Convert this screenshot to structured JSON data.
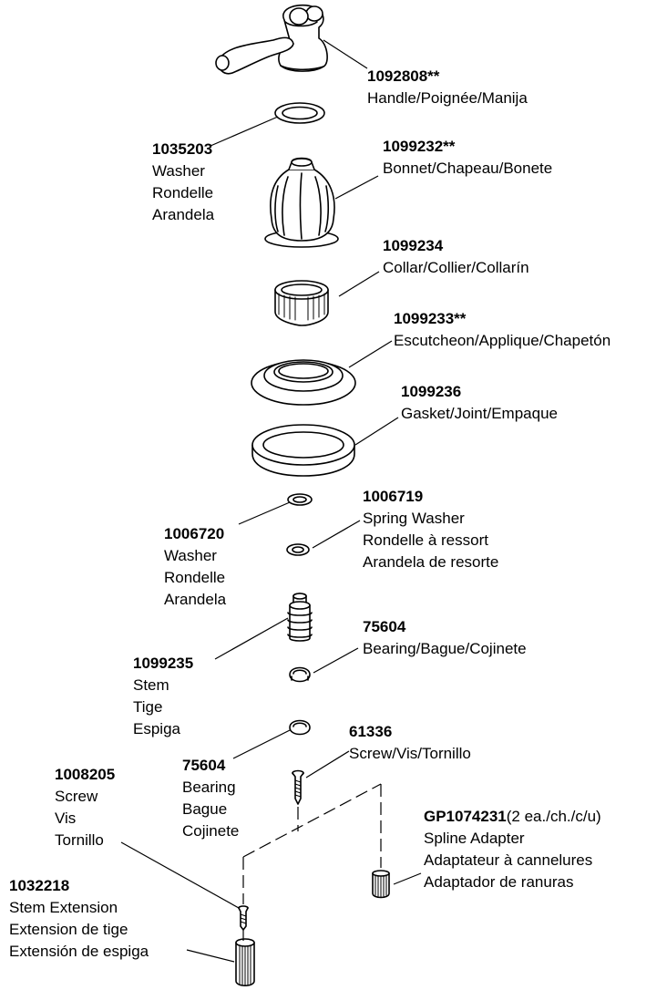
{
  "labels": {
    "handle": {
      "part": "1092808**",
      "lines": [
        "Handle/Poignée/Manija"
      ]
    },
    "washer_top": {
      "part": "1035203",
      "lines": [
        "Washer",
        "Rondelle",
        "Arandela"
      ]
    },
    "bonnet": {
      "part": "1099232**",
      "lines": [
        "Bonnet/Chapeau/Bonete"
      ]
    },
    "collar": {
      "part": "1099234",
      "lines": [
        "Collar/Collier/Collarín"
      ]
    },
    "escutcheon": {
      "part": "1099233**",
      "lines": [
        "Escutcheon/Applique/Chapetón"
      ]
    },
    "gasket": {
      "part": "1099236",
      "lines": [
        "Gasket/Joint/Empaque"
      ]
    },
    "spring_washer": {
      "part": "1006719",
      "lines": [
        "Spring Washer",
        "Rondelle à ressort",
        "Arandela de resorte"
      ]
    },
    "washer_small": {
      "part": "1006720",
      "lines": [
        "Washer",
        "Rondelle",
        "Arandela"
      ]
    },
    "bearing_top": {
      "part": "75604",
      "lines": [
        "Bearing/Bague/Cojinete"
      ]
    },
    "stem": {
      "part": "1099235",
      "lines": [
        "Stem",
        "Tige",
        "Espiga"
      ]
    },
    "screw_61336": {
      "part": "61336",
      "lines": [
        "Screw/Vis/Tornillo"
      ]
    },
    "bearing_bottom": {
      "part": "75604",
      "lines": [
        "Bearing",
        "Bague",
        "Cojinete"
      ]
    },
    "screw_1008205": {
      "part": "1008205",
      "lines": [
        "Screw",
        "Vis",
        "Tornillo"
      ]
    },
    "spline_adapter": {
      "part": "GP1074231",
      "qty": "(2 ea./ch./c/u)",
      "lines": [
        "Spline Adapter",
        "Adaptateur à cannelures",
        "Adaptador de ranuras"
      ]
    },
    "stem_extension": {
      "part": "1032218",
      "lines": [
        "Stem Extension",
        "Extension de tige",
        "Extensión de espiga"
      ]
    }
  }
}
